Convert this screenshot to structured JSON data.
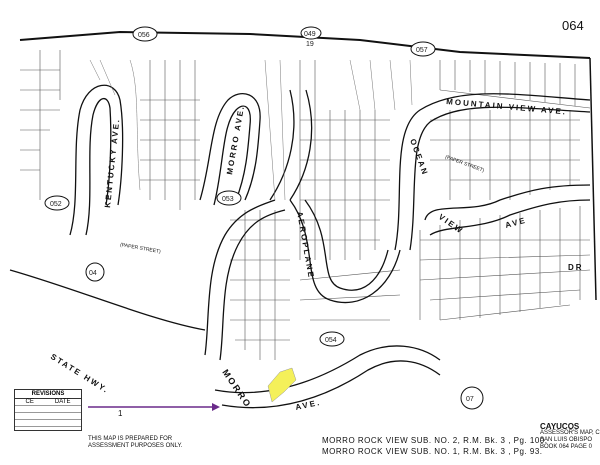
{
  "map": {
    "page_number": "064",
    "parcel_refs": [
      "056",
      "049",
      "057",
      "052",
      "053",
      "054",
      "04",
      "07"
    ],
    "parcel_ref_sub": "19",
    "streets": {
      "kentucky": "KENTUCKY AVE.",
      "morro_upper": "MORRO AVE.",
      "mountain_view": "MOUNTAIN VIEW AVE.",
      "ocean": "OCEAN",
      "view": "VIEW",
      "ave_right": "AVE",
      "aeroplane": "AEROPLANE",
      "morro_lower": "MORRO",
      "ave_bottom": "AVE.",
      "state_hwy": "STATE HWY.",
      "paper_street_left": "(PAPER STREET)",
      "paper_street_right": "(PAPER STREET)",
      "dr": "DR"
    },
    "highlight_color": "#f4f05a",
    "arrow_color": "#6a2a8a",
    "arrow_label": "1"
  },
  "legend": {
    "title": "REVISIONS",
    "col_a": "CE",
    "col_b": "DATE"
  },
  "notice": {
    "line1": "THIS MAP IS PREPARED FOR",
    "line2": "ASSESSMENT PURPOSES ONLY."
  },
  "footer": {
    "line1": "MORRO ROCK VIEW SUB. NO. 2, R.M. Bk. 3 , Pg. 100.",
    "line2": "MORRO ROCK VIEW SUB. NO. 1, R.M. Bk. 3 , Pg. 93."
  },
  "brand": {
    "town": "CAYUCOS",
    "line1": "ASSESSOR'S MAP, C",
    "line2": "SAN LUIS OBISPO",
    "line3": "BOOK 064 PAGE 0"
  }
}
